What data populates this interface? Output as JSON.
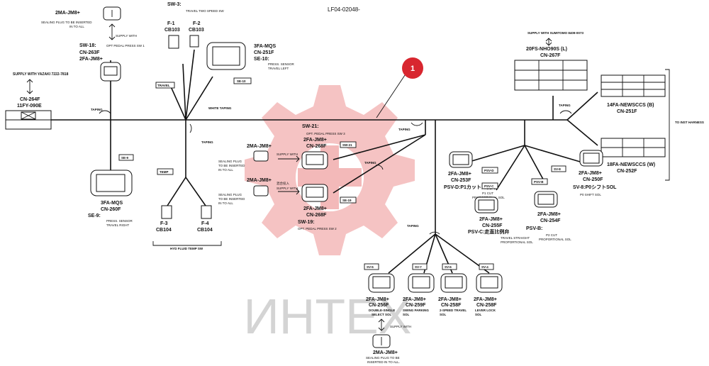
{
  "doc_id": "LF04-02048-",
  "callout": "1",
  "watermark": "ИНТЕХ",
  "colors": {
    "wire": "#111111",
    "watermark": "#f3b9b9",
    "callout": "#d8262f"
  },
  "labels": {
    "top_plug_a": "2MA-JM8+",
    "sealing_plug_a1": "SEALING PLUG TO BE INSERTED",
    "sealing_plug_a2": "IN TO ALL",
    "supply_with_a": "SUPPLY WITH",
    "sw18": "SW-18:",
    "sw18_desc": "OPT PEDAL PRESS SW 1",
    "cn263f": "CN-263F",
    "cn263f_type": "2FA-JM8+",
    "yazaki": "SUPPLY WITH YAZAKI 7222-7818",
    "cn264f": "CN-264F",
    "cn264f_type": "11FY-090E",
    "sw3": "SW-3:",
    "sw3_desc": "TRAVEL TWO SPEED SW",
    "f1": "F-1",
    "f1_cb": "CB103",
    "f2": "F-2",
    "f2_cb": "CB103",
    "travel_tag": "TRAVEL",
    "cn251f_a_type": "3FA-MQS",
    "cn251f_a": "CN-251F",
    "se10": "SE-10:",
    "se10_desc1": "PRESS. SENSOR",
    "se10_desc2": "TRAVEL LEFT",
    "se10_tag": "SE-10",
    "white_taping": "WHITE TAPING",
    "taping": "TAPING",
    "se9_tag": "SE-9",
    "cn260f_type": "3FA-MQS",
    "cn260f": "CN-260F",
    "se9": "SE-9:",
    "se9_desc1": "PRESS. SENSOR",
    "se9_desc2": "TRAVEL RIGHT",
    "temp_tag": "TEMP",
    "f3": "F-3",
    "f3_cb": "CB104",
    "f4": "F-4",
    "f4_cb": "CB104",
    "hyd_temp": "HYD FLUID TEMP SW",
    "plug_b": "2MA-JM8+",
    "plug_b_note1": "SEALING PLUG",
    "plug_b_note2": "TO BE INSERTED",
    "plug_b_note3": "IN TO ALL",
    "supply_with_b": "SUPPLY WITH",
    "plug_c": "2MA-JM8+",
    "plug_c_note1": "SEALING PLUG",
    "plug_c_note2": "TO BE INSERTED",
    "plug_c_note3": "IN TO ALL",
    "supply_with_c": "SUPPLY WITH",
    "jp_c": "混合投入",
    "sw21": "SW-21:",
    "sw21_desc": "OPT. PEDAL PRESS SW 3",
    "cn268f_a_type": "2FA-JM8+",
    "cn268f_a": "CN-268F",
    "sw21_tag": "SW-21",
    "cn268f_b_type": "2FA-JM8+",
    "cn268f_b": "CN-268F",
    "sw19": "SW-19:",
    "sw19_desc": "OPT. PEDAL PRESS SW 2",
    "sw19_tag": "SE-19",
    "sumitomo": "SUPPLY WITH SUMITOMO 8409-0073",
    "cn267f_type": "20FS-NHO90S (L)",
    "cn267f": "CN-267F",
    "cn251f_b_type": "14FA-NEWSCCS (B)",
    "cn251f_b": "CN-251F",
    "cn252f_type": "18FA-NEWSCCS (W)",
    "cn252f": "CN-252F",
    "to_inst": "TO INST HARNESS",
    "psv_d_tag": "PSV-D",
    "cn253f_type": "2FA-JM8+",
    "cn253f": "CN-253F",
    "psv_d": "PSV-D:P1カット比例弁",
    "psv_d_desc1": "P1 CUT",
    "psv_d_desc2": "PROPORTIONAL SOL",
    "psv_c_tag": "PSV-C",
    "cn255f_type": "2FA-JM8+",
    "cn255f": "CN-255F",
    "psv_c": "PSV-C:走直比例弁",
    "psv_c_desc1": "TRAVEL STRAIGHT",
    "psv_c_desc2": "PROPORTIONAL SOL",
    "psv_b_tag": "PSV-B",
    "cn254f_type": "2FA-JM8+",
    "cn254f": "CN-254F",
    "psv_b": "PSV-B:",
    "psv_b_desc1": "P2 CUT",
    "psv_b_desc2": "PROPORTIONAL SOL",
    "sv8_tag": "SV-8",
    "cn250f_type": "2FA-JM8+",
    "cn250f": "CN-250F",
    "sv8": "SV-8:P0シフトSOL",
    "sv8_desc": "P0 SHIFT SOL",
    "sv_tag_1": "SV-5",
    "sv_tag_2": "SV-7",
    "sv_tag_3": "SV-6",
    "sv_tag_4": "SV-4",
    "cn256f_type": "2FA-JM8+",
    "cn256f": "CN-256F",
    "cn256f_desc1": "DOUBLE-SINGLE",
    "cn256f_desc2": "SELECT SOL",
    "cn259f_type": "2FA-JM8+",
    "cn259f": "CN-259F",
    "cn259f_desc1": "SWING PARKING",
    "cn259f_desc2": "SOL",
    "cn258f_type": "2FA-JM8+",
    "cn258f": "CN-258F",
    "cn258f_desc1": "2-SPEED TRAVEL",
    "cn258f_desc2": "SOL",
    "cn25xf_type": "2FA-JM8+",
    "cn25xf": "CN-258F",
    "cn25xf_desc1": "LEVER LOCK",
    "cn25xf_desc2": "SOL",
    "bottom_supply": "SUPPLY WITH",
    "bottom_plug": "2MA-JM8+",
    "bottom_note1": "SEALING PLUG TO BE",
    "bottom_note2": "INSERTED IN TO ALL."
  }
}
